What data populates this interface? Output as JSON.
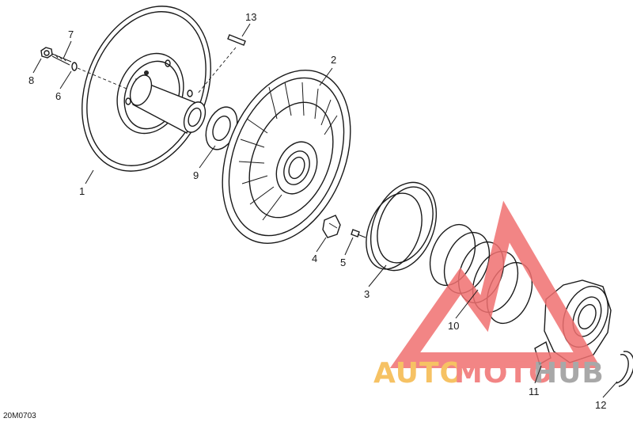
{
  "drawing_code": "20M0703",
  "callouts": [
    {
      "id": "1",
      "label": "1"
    },
    {
      "id": "2",
      "label": "2"
    },
    {
      "id": "3",
      "label": "3"
    },
    {
      "id": "4",
      "label": "4"
    },
    {
      "id": "5",
      "label": "5"
    },
    {
      "id": "6",
      "label": "6"
    },
    {
      "id": "7",
      "label": "7"
    },
    {
      "id": "8",
      "label": "8"
    },
    {
      "id": "9",
      "label": "9"
    },
    {
      "id": "10",
      "label": "10"
    },
    {
      "id": "11",
      "label": "11"
    },
    {
      "id": "12",
      "label": "12"
    },
    {
      "id": "13",
      "label": "13"
    }
  ],
  "watermark": {
    "part1": "AUTO",
    "part2": "MOTO",
    "part3": "HUB",
    "color_orange": "#f5b84a",
    "color_red": "#f07070",
    "color_gray": "#9a9a9a"
  }
}
